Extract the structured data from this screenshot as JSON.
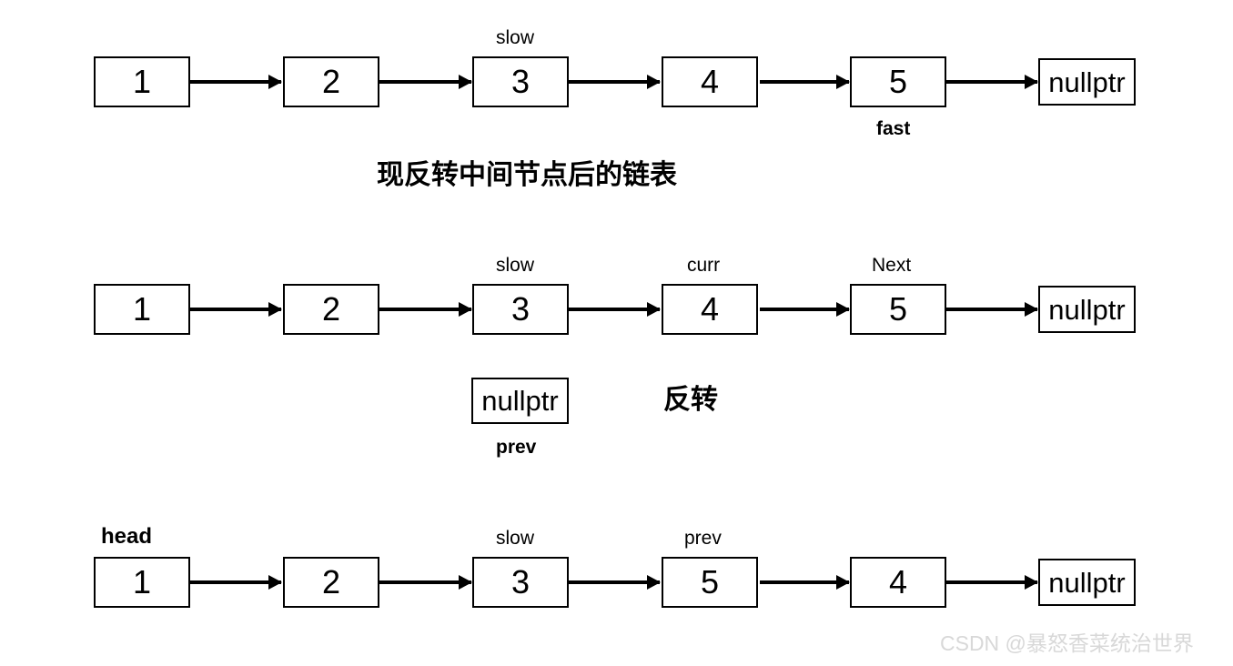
{
  "diagram": {
    "title_caption": "现反转中间节点后的链表",
    "reverse_note": "反转",
    "watermark": "CSDN @暴怒香菜统治世界",
    "rows": [
      {
        "id": "row-initial-list",
        "nodes": [
          {
            "value": "1",
            "type": "value",
            "label_above": "",
            "label_below": ""
          },
          {
            "value": "2",
            "type": "value",
            "label_above": "",
            "label_below": ""
          },
          {
            "value": "3",
            "type": "value",
            "label_above": "slow",
            "label_below": ""
          },
          {
            "value": "4",
            "type": "value",
            "label_above": "",
            "label_below": ""
          },
          {
            "value": "5",
            "type": "value",
            "label_above": "",
            "label_below": "fast"
          },
          {
            "value": "nullptr",
            "type": "null",
            "label_above": "",
            "label_below": ""
          }
        ]
      },
      {
        "id": "row-before-reverse",
        "nodes": [
          {
            "value": "1",
            "type": "value",
            "label_above": "",
            "label_below": ""
          },
          {
            "value": "2",
            "type": "value",
            "label_above": "",
            "label_below": ""
          },
          {
            "value": "3",
            "type": "value",
            "label_above": "slow",
            "label_below": ""
          },
          {
            "value": "4",
            "type": "value",
            "label_above": "curr",
            "label_below": ""
          },
          {
            "value": "5",
            "type": "value",
            "label_above": "Next",
            "label_below": ""
          },
          {
            "value": "nullptr",
            "type": "null",
            "label_above": "",
            "label_below": ""
          }
        ]
      },
      {
        "id": "row-after-reverse",
        "nodes": [
          {
            "value": "1",
            "type": "value",
            "label_above": "head",
            "label_below": ""
          },
          {
            "value": "2",
            "type": "value",
            "label_above": "",
            "label_below": ""
          },
          {
            "value": "3",
            "type": "value",
            "label_above": "slow",
            "label_below": ""
          },
          {
            "value": "5",
            "type": "value",
            "label_above": "prev",
            "label_below": ""
          },
          {
            "value": "4",
            "type": "value",
            "label_above": "",
            "label_below": ""
          },
          {
            "value": "nullptr",
            "type": "null",
            "label_above": "",
            "label_below": ""
          }
        ]
      }
    ],
    "prev_group": {
      "value": "nullptr",
      "label_below": "prev"
    },
    "colors": {
      "stroke": "#000000",
      "background": "#ffffff",
      "text": "#000000",
      "watermark": "#d8d8d8"
    }
  }
}
